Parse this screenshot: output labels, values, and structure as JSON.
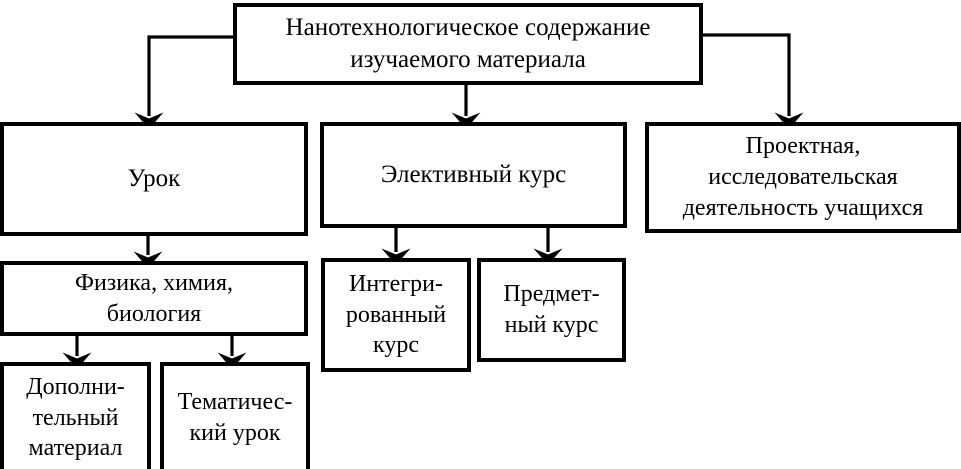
{
  "diagram": {
    "title": "Нанотехнологическое содержание изучаемого материала",
    "language": "ru",
    "stroke_color": "#000000",
    "fill_color": "#ffffff",
    "nodes": {
      "root": "Нанотехнологическое содержание\nизучаемого материала",
      "lesson": "Урок",
      "elective": "Элективный курс",
      "project": "Проектная,\nисследовательская\nдеятельность учащихся",
      "sciences": "Физика, химия,\nбиология",
      "integrated": "Интегри-\nрованный\nкурс",
      "subject": "Предмет-\nный курс",
      "extra": "Дополни-\nтельный\nматериал",
      "thematic": "Тематичес-\nкий урок"
    },
    "edges": [
      {
        "from": "root",
        "to": "lesson",
        "style": "elbow-left"
      },
      {
        "from": "root",
        "to": "elective",
        "style": "straight"
      },
      {
        "from": "root",
        "to": "project",
        "style": "elbow-right"
      },
      {
        "from": "lesson",
        "to": "sciences",
        "style": "straight"
      },
      {
        "from": "elective",
        "to": "integrated",
        "style": "straight"
      },
      {
        "from": "elective",
        "to": "subject",
        "style": "straight"
      },
      {
        "from": "sciences",
        "to": "extra",
        "style": "straight"
      },
      {
        "from": "sciences",
        "to": "thematic",
        "style": "straight"
      }
    ]
  }
}
